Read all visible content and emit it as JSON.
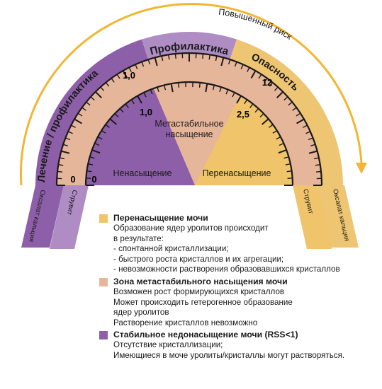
{
  "colors": {
    "purple": "#8d5fa8",
    "purple_light": "#b08cc4",
    "tan": "#e6b69a",
    "yellow": "#f0c46a",
    "yellow_band": "#eec572",
    "arrow": "#f2b633",
    "scale": "#1a1a1a"
  },
  "arc_labels": {
    "risk": "Повышенный риск",
    "prophylaxis": "Профилактика",
    "treatment": "Лечение / профилактика",
    "danger": "Опасность"
  },
  "scale_outer": {
    "zero": "0",
    "one": "1,0",
    "top": "12"
  },
  "scale_inner": {
    "zero": "0",
    "one": "1,0",
    "top": "2,5"
  },
  "zones": {
    "unsaturated": "Ненасыщение",
    "metastable_line1": "Метастабильное",
    "metastable_line2": "насыщение",
    "supersaturated": "Перенасыщение"
  },
  "legs": {
    "left_outer": "Оксалат кальция",
    "left_inner": "Струвит",
    "right_outer": "Оксалат кальция",
    "right_inner": "Струвит"
  },
  "legend": [
    {
      "color": "#f0c46a",
      "title": "Перенасыщение мочи",
      "lines": [
        "Образование ядер уролитов происходит",
        "в результате:",
        "- спонтанной кристаллизации;",
        "- быстрого роста кристаллов и их агрегации;",
        "- невозможности растворения образовавшихся кристаллов"
      ]
    },
    {
      "color": "#e6b69a",
      "title": "Зона метастабильного насыщения мочи",
      "lines": [
        "Возможен рост формирующихся кристаллов",
        "Может происходить гетерогенное образование",
        "ядер уролитов",
        "Растворение кристаллов невозможно"
      ]
    },
    {
      "color": "#8d5fa8",
      "title": "Стабильное недонасыщение мочи (RSS<1)",
      "lines": [
        "Отсутствие кристаллизации;",
        "Имеющиеся в моче уролиты/кристаллы могут растворяться."
      ]
    }
  ]
}
